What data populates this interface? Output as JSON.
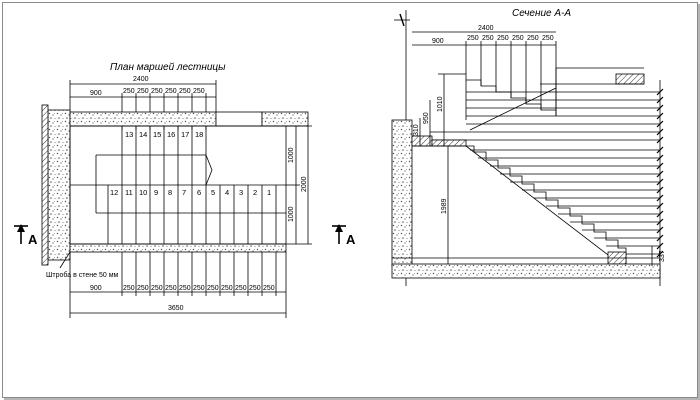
{
  "plan": {
    "title": "План маршей лестницы",
    "dim_top_total": "2400",
    "dim_landing": "900",
    "dim_treads_top": [
      "250",
      "250",
      "250",
      "250",
      "250",
      "250"
    ],
    "steps_upper": [
      "13",
      "14",
      "15",
      "16",
      "17",
      "18"
    ],
    "steps_lower": [
      "12",
      "11",
      "10",
      "9",
      "8",
      "7",
      "6",
      "5",
      "4",
      "3",
      "2",
      "1"
    ],
    "dim_right_1": "1000",
    "dim_right_2": "1000",
    "dim_right_total": "2000",
    "note": "Штроба в стене 50 мм",
    "dim_landing_bottom": "900",
    "dim_treads_bottom": [
      "250",
      "250",
      "250",
      "250",
      "250",
      "250",
      "250",
      "250",
      "250",
      "250",
      "250"
    ],
    "dim_total_bottom": "3650",
    "section_mark_left": "А",
    "section_mark_right": "А"
  },
  "section": {
    "title": "Сечение А-А",
    "dim_top_total": "2400",
    "dim_landing": "900",
    "dim_treads": [
      "250",
      "250",
      "250",
      "250",
      "250",
      "250"
    ],
    "dim_1010": "1010",
    "dim_950": "950",
    "dim_310": "310",
    "dim_1989": "1989",
    "dim_337": "337"
  }
}
